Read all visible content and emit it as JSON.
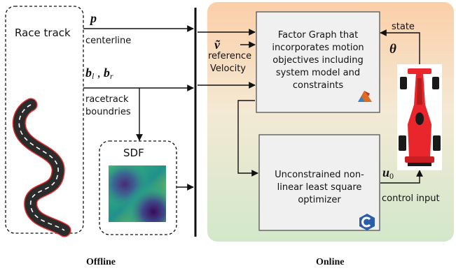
{
  "offline": {
    "label": "Offline",
    "race_track": "Race track",
    "sdf": "SDF",
    "centerline_symbol": "p",
    "centerline_label": "centerline",
    "boundary_symbol_left": "b",
    "boundary_sub_left": "l",
    "boundary_sep": ",",
    "boundary_symbol_right": "b",
    "boundary_sub_right": "r",
    "boundary_label_line1": "racetrack",
    "boundary_label_line2": "boundries"
  },
  "online": {
    "label": "Online",
    "velocity_symbol": "ṽ",
    "velocity_label_line1": "reference",
    "velocity_label_line2": "Velocity",
    "factor_graph_text": "Factor Graph that incorporates motion objectives including system model and constraints",
    "optimizer_text": "Unconstrained non-linear least square optimizer",
    "state_label": "state",
    "state_symbol": "θ",
    "control_symbol": "u",
    "control_sub": "0",
    "control_label": "control input"
  },
  "colors": {
    "online_top": "#fbd2ad",
    "online_bottom": "#d6ead0",
    "box_fill": "#f0f0f0",
    "track_dark": "#2b2b2b",
    "track_edge": "#e03030",
    "car_red": "#e8262b"
  },
  "icons": [
    "matlab-icon",
    "c-language-icon",
    "race-car-icon",
    "race-track-icon",
    "sdf-heatmap"
  ]
}
